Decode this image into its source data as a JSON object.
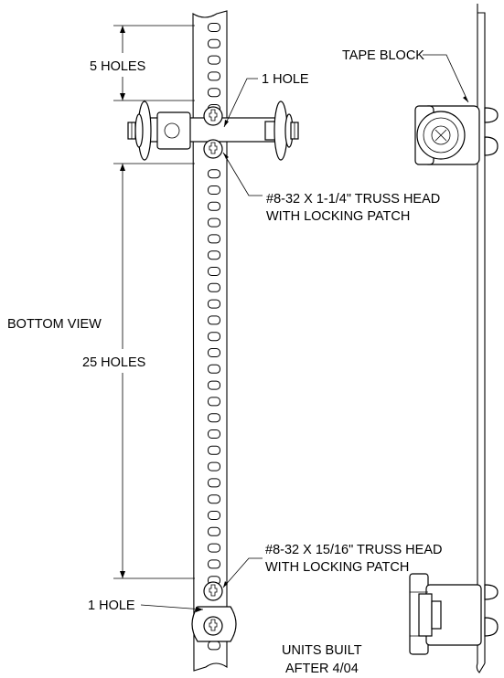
{
  "labels": {
    "five_holes": "5 HOLES",
    "one_hole_top": "1 HOLE",
    "tape_block": "TAPE BLOCK",
    "screw_top_line1": "#8-32 X 1-1/4\" TRUSS HEAD",
    "screw_top_line2": "WITH LOCKING PATCH",
    "bottom_view": "BOTTOM VIEW",
    "twenty_five_holes": "25 HOLES",
    "screw_bottom_line1": "#8-32 X 15/16\" TRUSS HEAD",
    "screw_bottom_line2": "WITH LOCKING PATCH",
    "one_hole_bottom": "1 HOLE",
    "units_line1": "UNITS BUILT",
    "units_line2": "AFTER 4/04"
  },
  "rail": {
    "hole_count": 40
  }
}
